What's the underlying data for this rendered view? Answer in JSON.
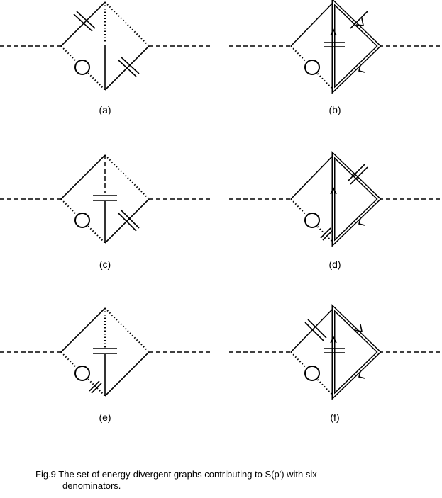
{
  "panels": [
    {
      "label": "(a)"
    },
    {
      "label": "(b)"
    },
    {
      "label": "(c)"
    },
    {
      "label": "(d)"
    },
    {
      "label": "(e)"
    },
    {
      "label": "(f)"
    }
  ],
  "caption": {
    "line1": "Fig.9  The set of energy-divergent graphs  contributing to S(p') with six",
    "line2": "denominators."
  }
}
